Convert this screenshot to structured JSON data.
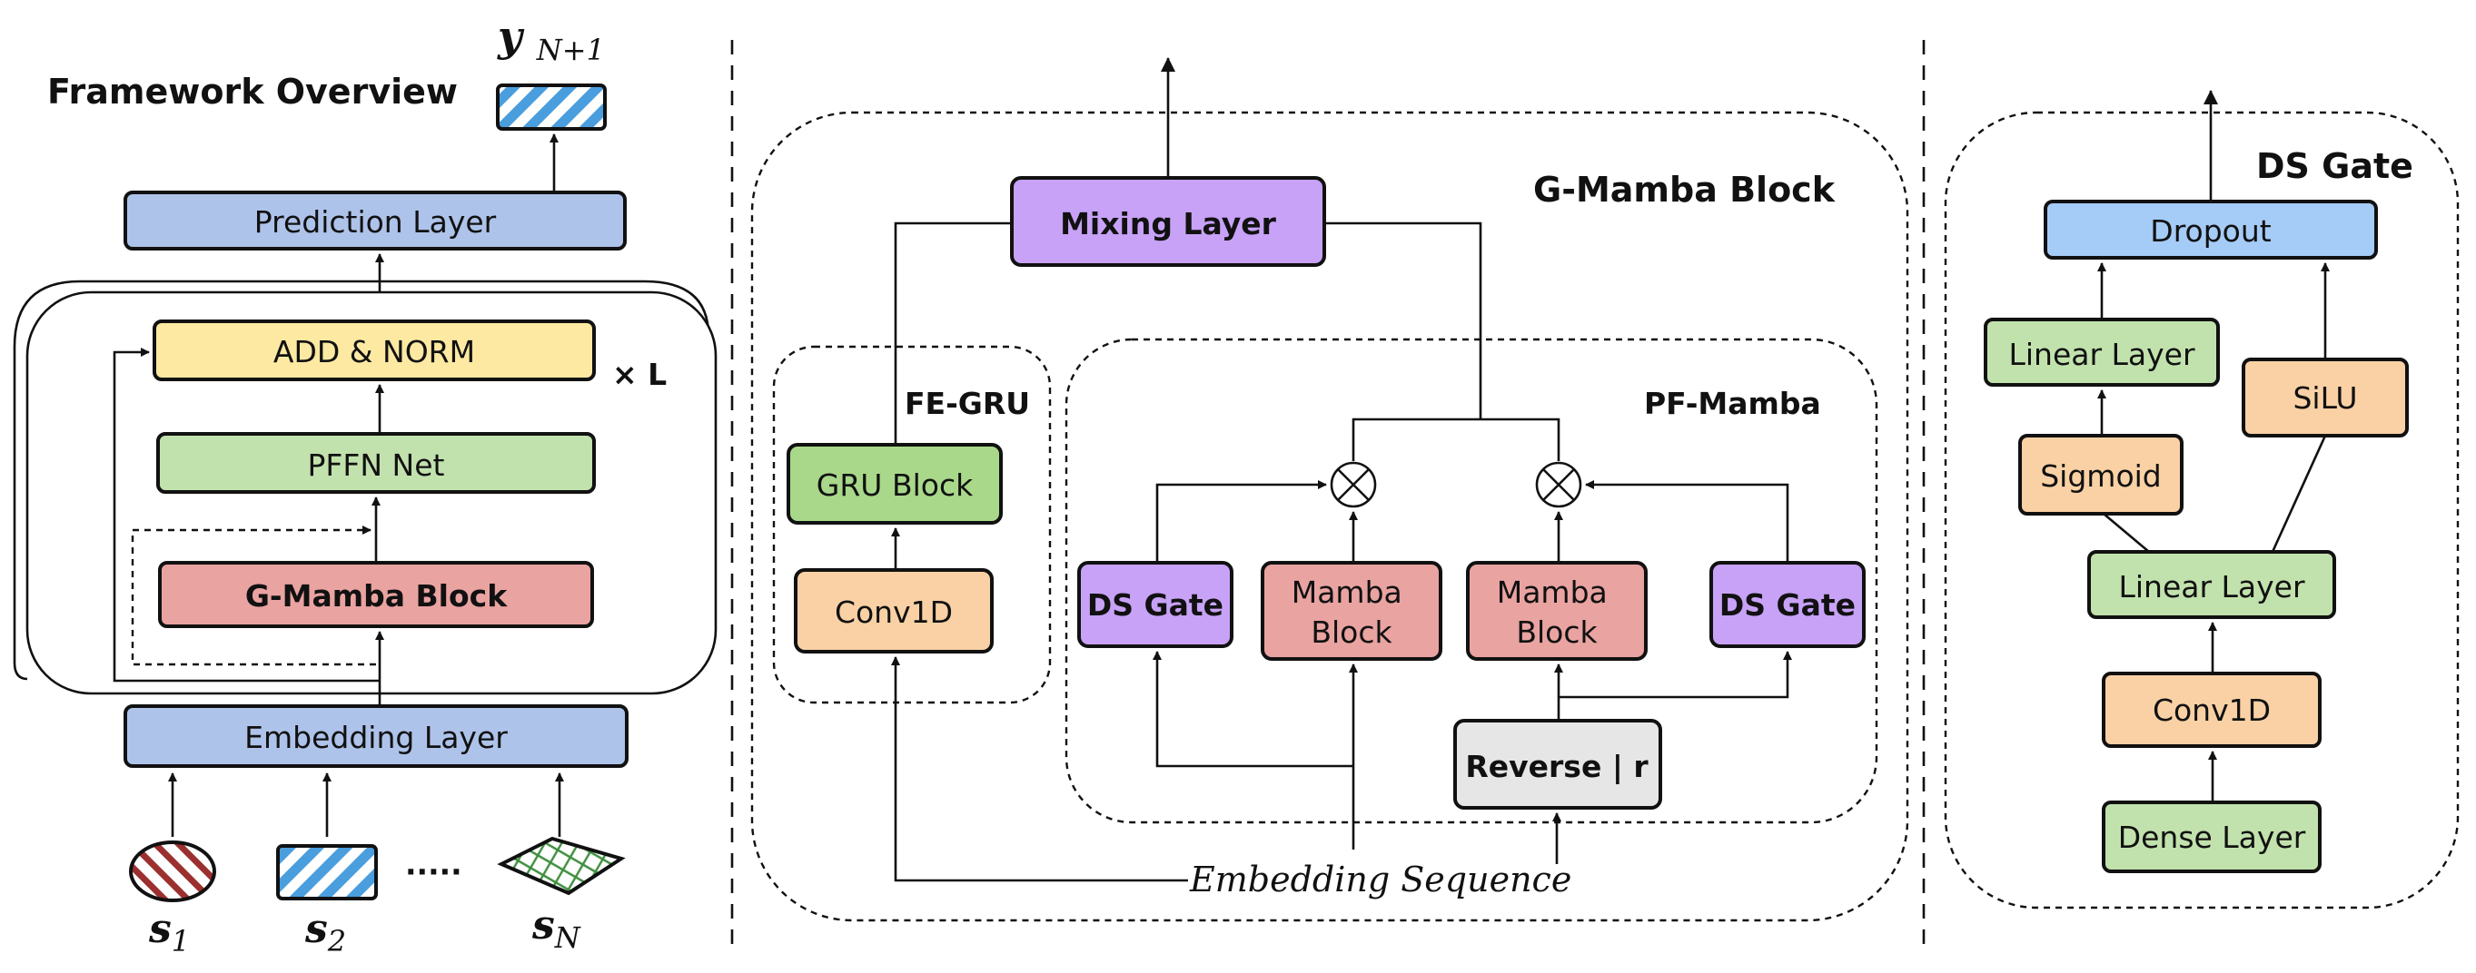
{
  "colors": {
    "blue": "#aec3ea",
    "yellow": "#fde9a2",
    "green": "#c2e2ad",
    "red": "#e9a3a1",
    "purple": "#c7a2f6",
    "orange": "#f9d1a5",
    "gray": "#e6e6e6",
    "dropout_blue": "#a5cbf7"
  },
  "overview": {
    "title": "Framework Overview",
    "output_symbol": "y",
    "output_subscript": "N+1",
    "prediction_layer": "Prediction Layer",
    "add_norm": "ADD & NORM",
    "repeat_times": "× L",
    "pffn_net": "PFFN Net",
    "g_mamba_block": "G-Mamba Block",
    "embedding_layer": "Embedding Layer",
    "ellipsis": "·····",
    "inputs": [
      {
        "symbol": "s",
        "subscript": "1"
      },
      {
        "symbol": "s",
        "subscript": "2"
      },
      {
        "symbol": "s",
        "subscript": "N"
      }
    ]
  },
  "gmamba": {
    "title": "G-Mamba Block",
    "mixing_layer": "Mixing Layer",
    "fe_gru": {
      "title": "FE-GRU",
      "gru_block": "GRU Block",
      "conv1d": "Conv1D"
    },
    "pf_mamba": {
      "title": "PF-Mamba",
      "ds_gate_left": "DS Gate",
      "mamba_left": [
        "Mamba",
        "Block"
      ],
      "mamba_right": [
        "Mamba",
        "Block"
      ],
      "ds_gate_right": "DS Gate",
      "reverse": "Reverse | r"
    },
    "embedding_sequence": "Embedding Sequence"
  },
  "dsgate": {
    "title": "DS Gate",
    "dropout": "Dropout",
    "linear_top": "Linear Layer",
    "silu": "SiLU",
    "sigmoid": "Sigmoid",
    "linear_mid": "Linear Layer",
    "conv1d": "Conv1D",
    "dense": "Dense Layer"
  }
}
